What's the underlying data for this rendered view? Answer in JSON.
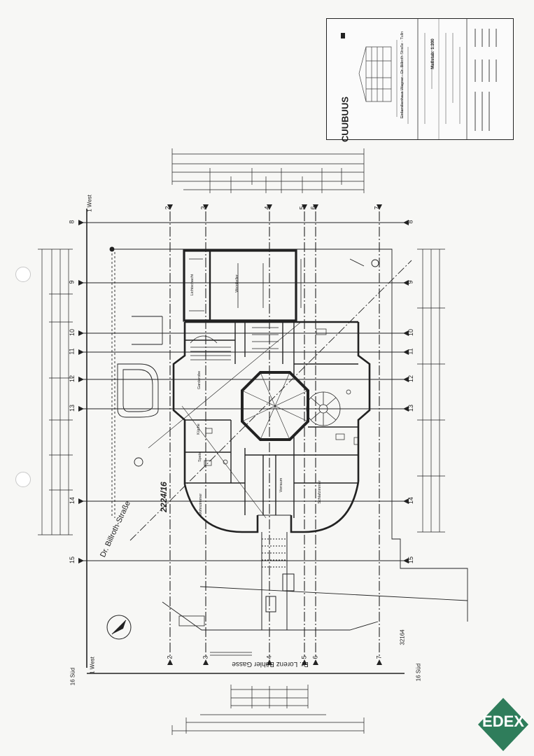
{
  "title_block": {
    "brand": "CUUBUUS",
    "address": "Einfamilienhaus Wagner - Dr. Billroth-Straße - Tulln",
    "scale_label": "Maßstab: 1:200"
  },
  "streets": {
    "billroth": "Dr. Billroth-Straße",
    "boehler": "Dr. Lorenz Böhler Gasse"
  },
  "plan": {
    "parcel_number": "2224/16",
    "dim_right": "32164"
  },
  "axes": {
    "top_left": "1 West",
    "bottom_left": "1 West",
    "bottom_right": "16 Süd",
    "bottom_left_south": "16 Süd",
    "vertical": [
      "2",
      "3",
      "4",
      "5",
      "6",
      "7"
    ],
    "horizontal": [
      "8",
      "9",
      "10",
      "11",
      "12",
      "13",
      "14",
      "15"
    ]
  },
  "rooms": [
    {
      "label": "Lichtschacht"
    },
    {
      "label": "Weinkeller"
    },
    {
      "label": "Garderobe"
    },
    {
      "label": "Wohnzimmer"
    },
    {
      "label": "Küche"
    },
    {
      "label": "Speis"
    },
    {
      "label": "Vorraum"
    },
    {
      "label": "Schlafzimmer"
    }
  ],
  "logo": {
    "text": "EDEX",
    "color": "#2f7d5b"
  }
}
